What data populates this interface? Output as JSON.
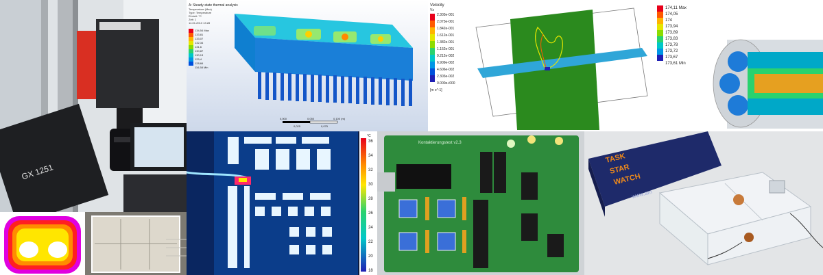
{
  "tiles": {
    "camera_rig": {
      "camera_label": "GX 1251"
    },
    "heatsink_sim": {
      "title": "A: Steady-state thermal analysis",
      "subtitle_lines": [
        "Temperature (Max)",
        "Type: Temperature",
        "Einheit: °C",
        "Zeit: 1",
        "14.01.2013 13:28"
      ],
      "legend_values": [
        "134,54 Max",
        "133,81",
        "133,07",
        "132,34",
        "131,6",
        "130,87",
        "130,13",
        "129,4",
        "128,66",
        "116,58 Min"
      ],
      "scale_ticks": [
        "0,000",
        "0,025",
        "0,075",
        "0,100 (m)"
      ],
      "scale_mid": "0,050"
    },
    "velocity_sim": {
      "title": "Velocity",
      "subtitle": "Vz",
      "legend_values": [
        "2.303e-001",
        "2.073e-001",
        "1.842e-001",
        "1.612e-001",
        "1.382e-001",
        "1.152e-001",
        "9.212e-002",
        "6.909e-002",
        "4.606e-002",
        "2.303e-002",
        "0.000e+000"
      ],
      "unit": "[m s^-1]"
    },
    "cylinder_sim": {
      "legend_values": [
        "174,11 Max",
        "174,05",
        "174",
        "173,94",
        "173,89",
        "173,83",
        "173,78",
        "173,72",
        "173,67",
        "173,61 Min"
      ]
    },
    "thermal_map": {
      "scale_ticks": [
        "36",
        "34",
        "32",
        "30",
        "28",
        "26",
        "24",
        "22",
        "20",
        "18"
      ],
      "scale_unit": "°C"
    },
    "pcb": {
      "board_text": "Kontaktierungstest v2.3"
    },
    "box_photo": {
      "brand_lines": [
        "TASK",
        "STAR",
        "WATCH"
      ],
      "url_text": "www.am"
    }
  },
  "colors": {
    "legend_scale": [
      "#e8001a",
      "#ff5a00",
      "#ffb400",
      "#e6e600",
      "#8cdc00",
      "#2ad26e",
      "#00c8c8",
      "#0096e6",
      "#0050dc",
      "#1f1fb4"
    ],
    "pcb_green": "#2e8b3c",
    "wall_white": "#e9ecef"
  }
}
